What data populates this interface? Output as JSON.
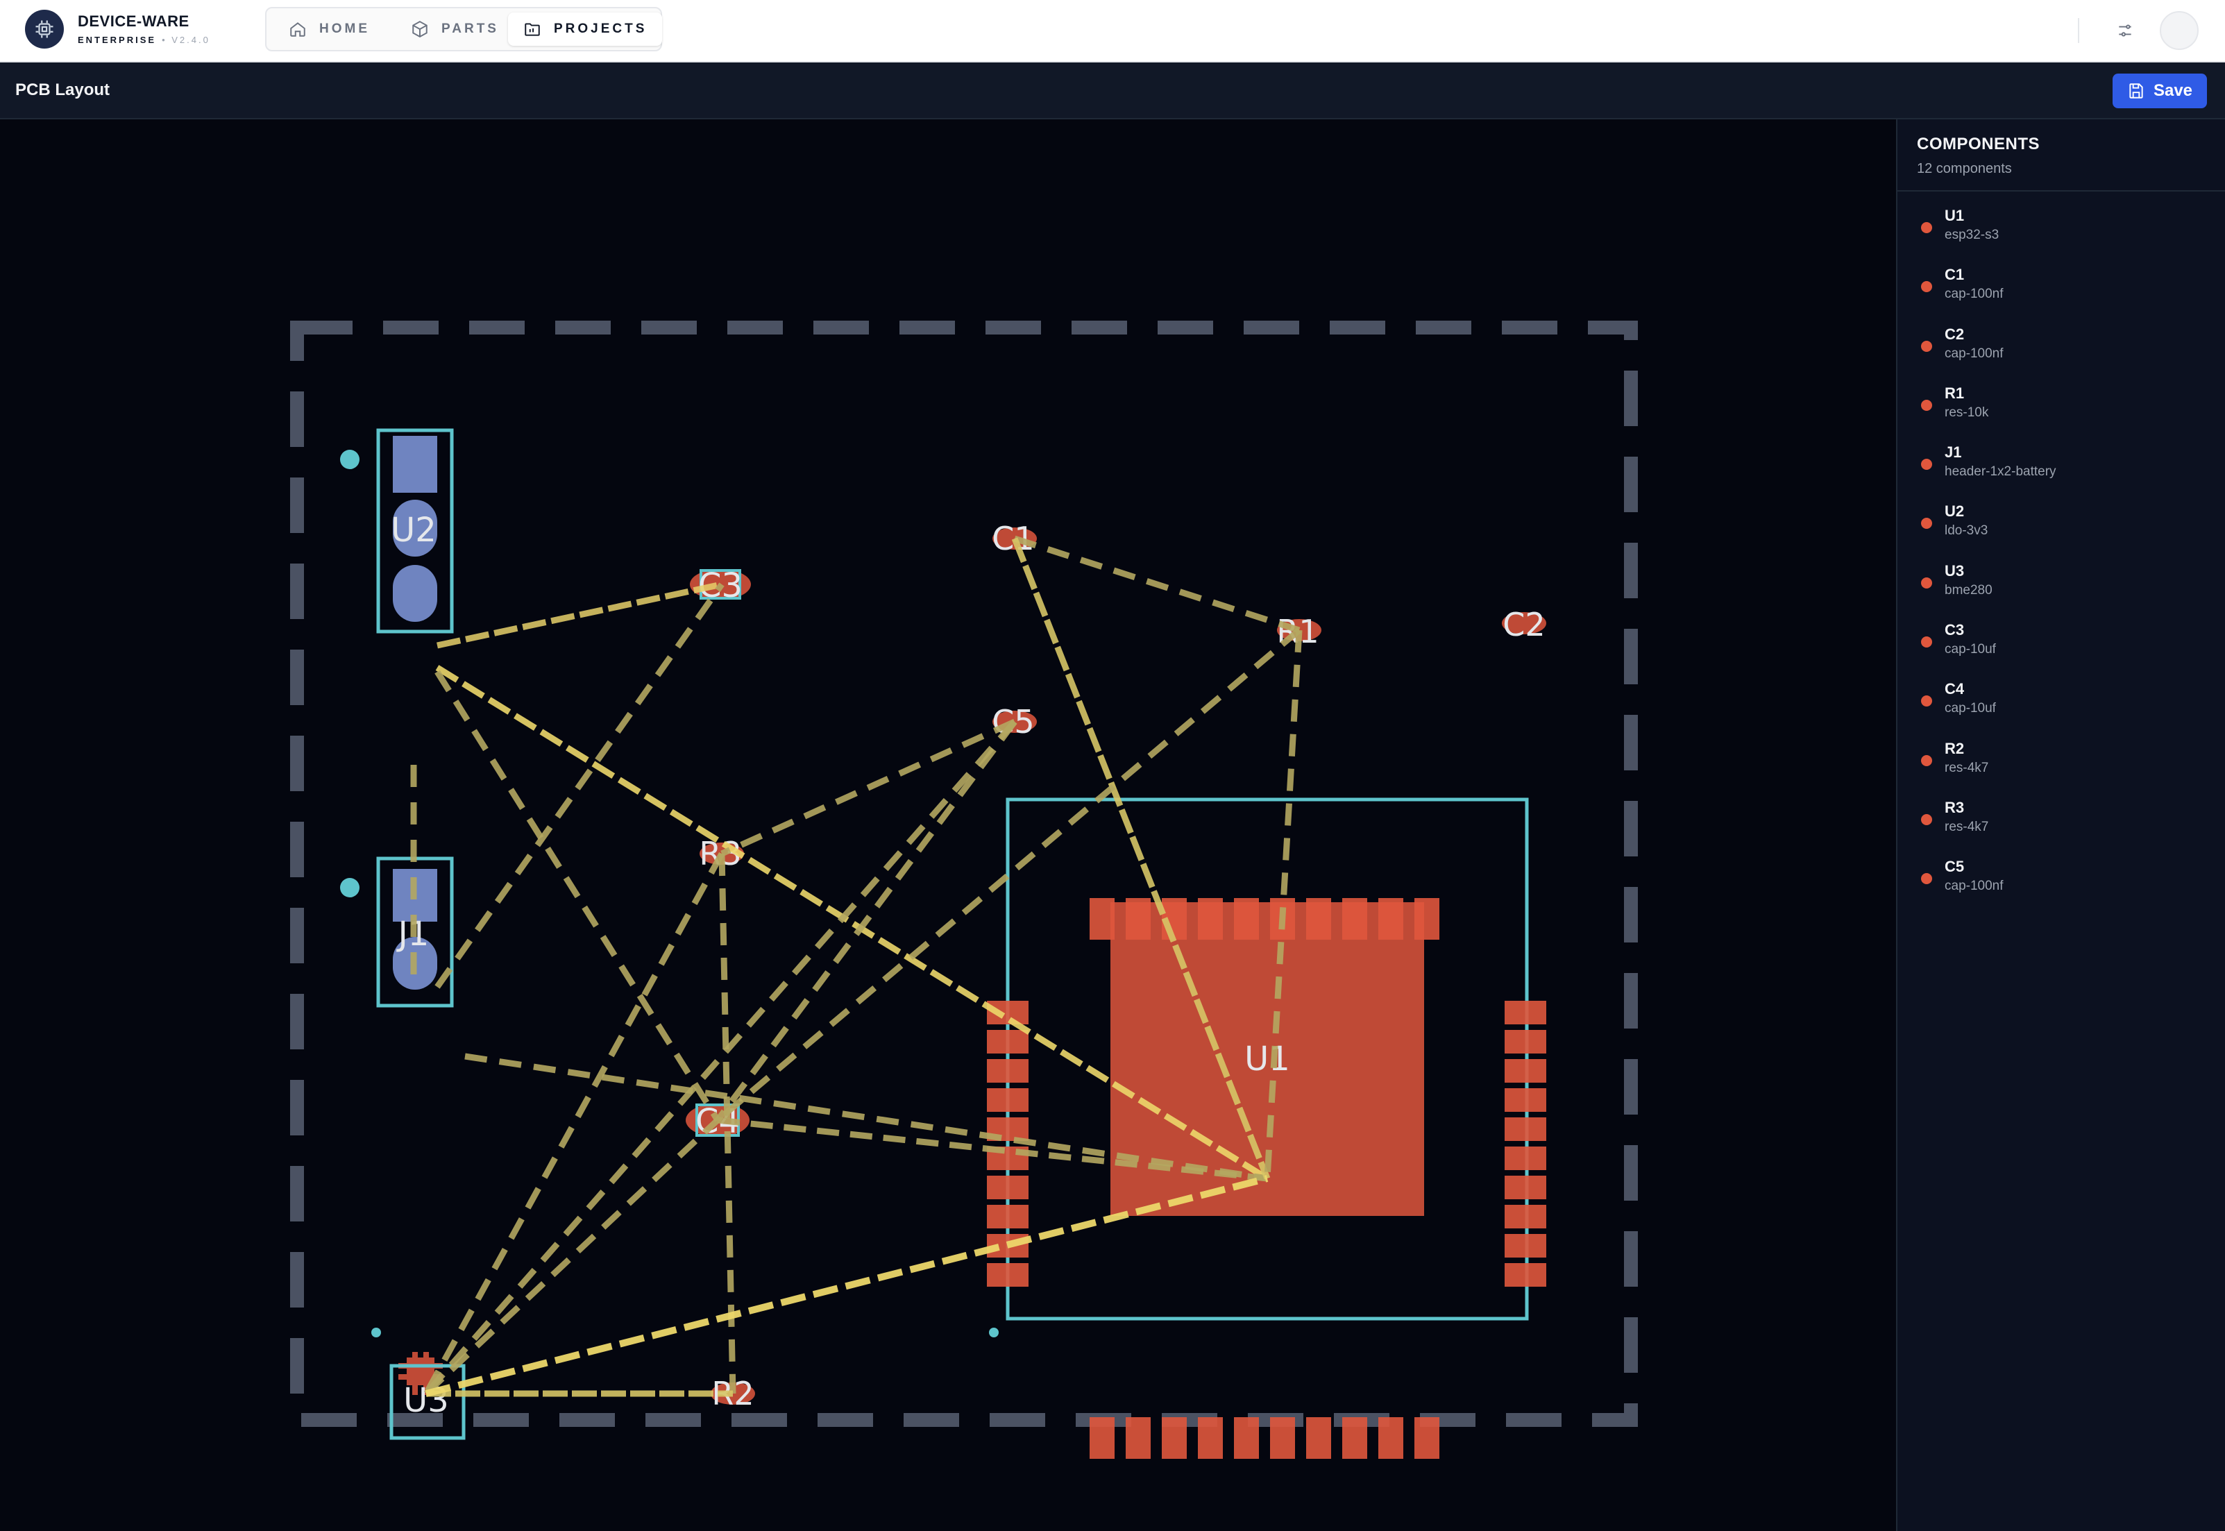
{
  "app": {
    "brand": "DEVICE-WARE",
    "edition": "ENTERPRISE",
    "version": "V2.4.0"
  },
  "nav": {
    "tabs": [
      {
        "label": "HOME",
        "icon": "home-icon",
        "active": false
      },
      {
        "label": "PARTS",
        "icon": "cube-icon",
        "active": false
      },
      {
        "label": "PROJECTS",
        "icon": "folder-icon",
        "active": true
      }
    ]
  },
  "header": {
    "title": "PCB Layout",
    "save_label": "Save"
  },
  "canvas": {
    "labels": {
      "U1": "U1",
      "U2": "U2",
      "U3": "U3",
      "J1": "J1",
      "C1": "C1",
      "C2": "C2",
      "C3": "C3",
      "C4": "C4",
      "C5": "C5",
      "R1": "R1",
      "R2": "R2",
      "R3": "R3"
    }
  },
  "panel": {
    "title": "COMPONENTS",
    "count": "12 components",
    "items": [
      {
        "ref": "U1",
        "part": "esp32-s3"
      },
      {
        "ref": "C1",
        "part": "cap-100nf"
      },
      {
        "ref": "C2",
        "part": "cap-100nf"
      },
      {
        "ref": "R1",
        "part": "res-10k"
      },
      {
        "ref": "J1",
        "part": "header-1x2-battery"
      },
      {
        "ref": "U2",
        "part": "ldo-3v3"
      },
      {
        "ref": "U3",
        "part": "bme280"
      },
      {
        "ref": "C3",
        "part": "cap-10uf"
      },
      {
        "ref": "C4",
        "part": "cap-10uf"
      },
      {
        "ref": "R2",
        "part": "res-4k7"
      },
      {
        "ref": "R3",
        "part": "res-4k7"
      },
      {
        "ref": "C5",
        "part": "cap-100nf"
      }
    ]
  },
  "colors": {
    "accent": "#2f5be6",
    "pad": "#e0573d",
    "outline": "#5ec4cc",
    "ratsnest": "#c7b863",
    "board_edge": "#4b5263"
  }
}
